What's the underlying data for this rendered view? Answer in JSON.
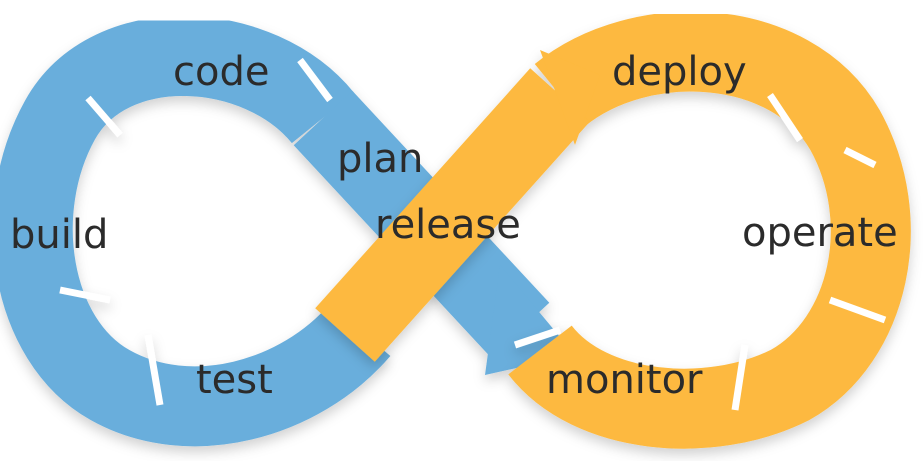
{
  "diagram": {
    "stages": {
      "code": "code",
      "plan": "plan",
      "build": "build",
      "test": "test",
      "release": "release",
      "deploy": "deploy",
      "operate": "operate",
      "monitor": "monitor"
    },
    "colors": {
      "dev_loop": "#69AEDC",
      "ops_loop": "#FDB93F",
      "segment_gap": "#FFFFFF",
      "label_text": "#2B2B2B"
    }
  }
}
